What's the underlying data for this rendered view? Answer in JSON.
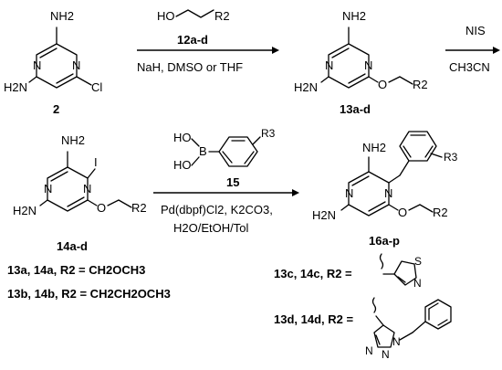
{
  "compounds": {
    "c2": {
      "nh2_top": "NH2",
      "h2n": "H2N",
      "cl": "Cl",
      "label": "2"
    },
    "c13": {
      "nh2_top": "NH2",
      "h2n": "H2N",
      "o": "O",
      "r2": "R2",
      "label": "13a-d"
    },
    "c14": {
      "nh2_top": "NH2",
      "h2n": "H2N",
      "i": "I",
      "o": "O",
      "r2": "R2",
      "label": "14a-d"
    },
    "c15": {
      "ho_top": "HO",
      "ho_bottom": "HO",
      "b": "B",
      "r3": "R3",
      "label": "15"
    },
    "c16": {
      "nh2_top": "NH2",
      "h2n": "H2N",
      "o": "O",
      "r2": "R2",
      "r3": "R3",
      "label": "16a-p"
    }
  },
  "reagents": {
    "alcohol_ho": "HO",
    "alcohol_r2": "R2",
    "alcohol_label": "12a-d",
    "step1_conditions": "NaH, DMSO or THF",
    "step2_top": "NIS",
    "step2_bottom": "CH3CN",
    "step3_line1": "Pd(dbpf)Cl2, K2CO3,",
    "step3_line2": "H2O/EtOH/Tol"
  },
  "substituents": {
    "a": "13a, 14a, R2 = CH2OCH3",
    "b": "13b, 14b, R2 = CH2CH2OCH3",
    "c": "13c, 14c, R2 =",
    "d": "13d, 14d, R2 =",
    "thiazole_s": "S",
    "thiazole_n": "N",
    "triazole_n1": "N",
    "triazole_n2": "N",
    "triazole_n3": "N"
  }
}
